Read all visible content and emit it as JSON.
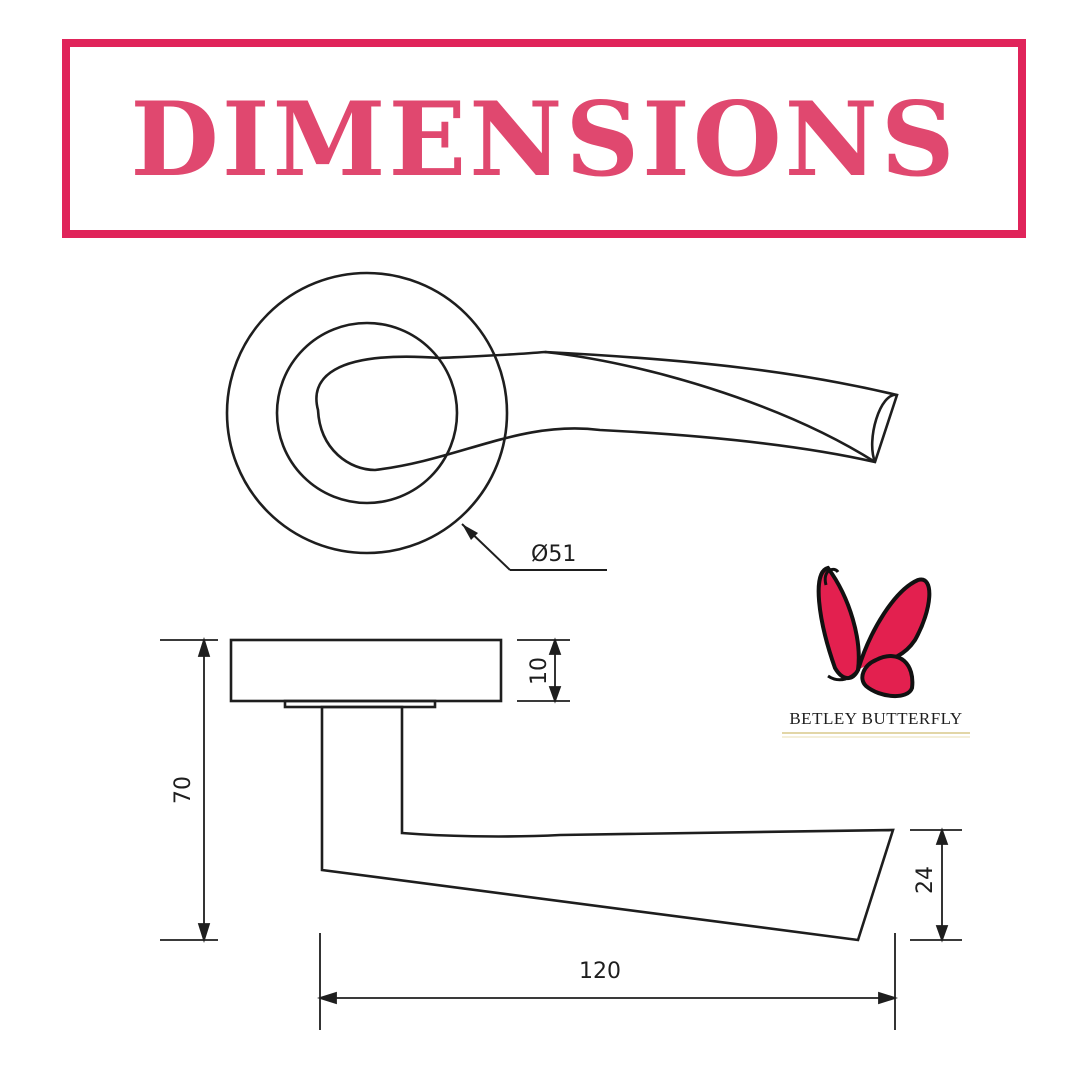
{
  "header": {
    "title": "DIMENSIONS"
  },
  "colors": {
    "accent": "#e0245a",
    "title_text": "#e0486f",
    "line": "#1e1e1e",
    "brand_gold": "#d9c98a"
  },
  "dimensions": {
    "rose_diameter": "Ø51",
    "overall_height": "70",
    "rose_thickness": "10",
    "lever_end_height": "24",
    "overall_length": "120"
  },
  "brand": {
    "name": "BETLEY BUTTERFLY",
    "icon": "butterfly-icon"
  }
}
